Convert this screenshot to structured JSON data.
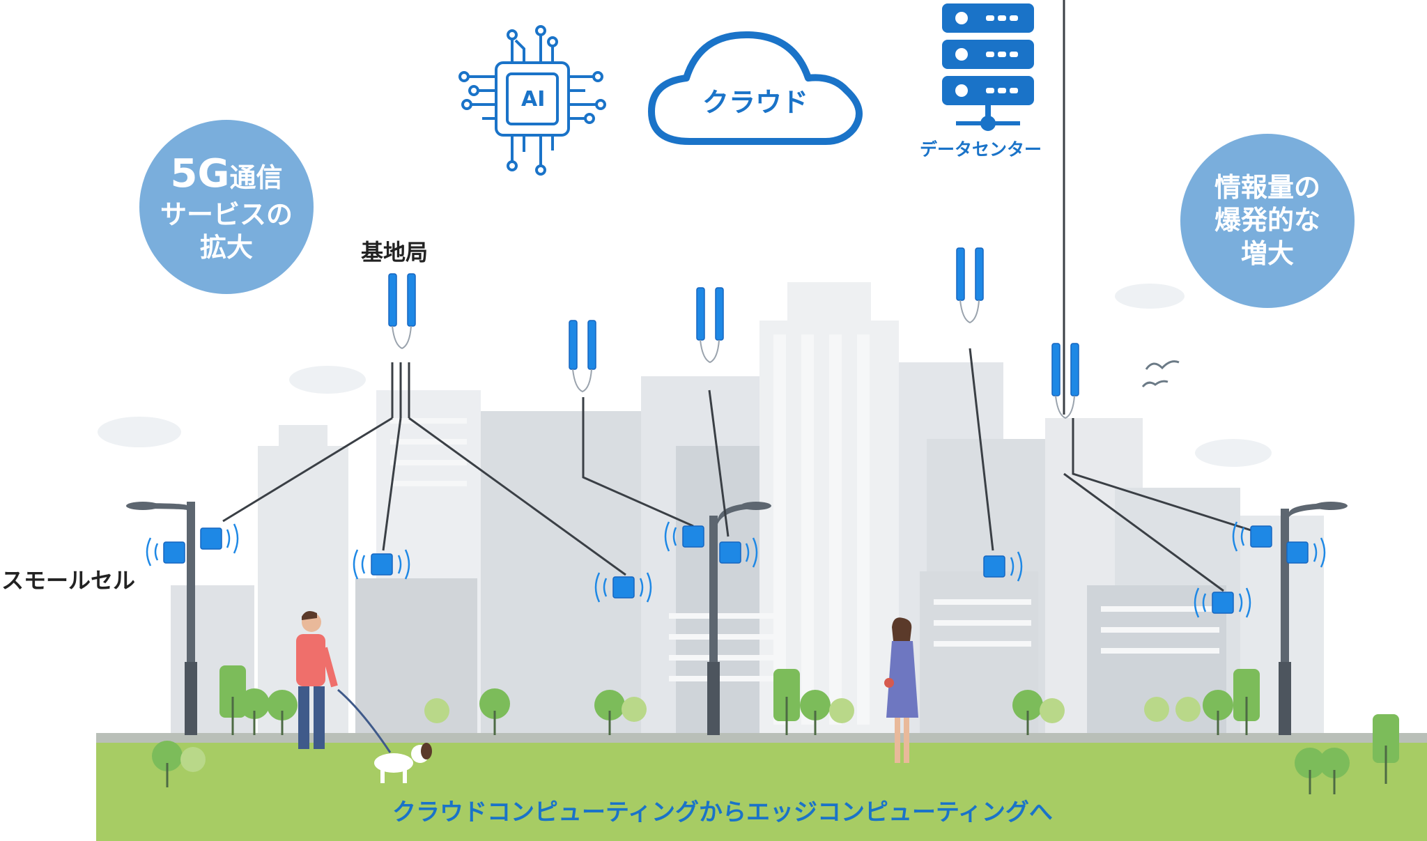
{
  "top_icons": {
    "ai_label": "AI",
    "cloud_label": "クラウド",
    "datacenter_label": "データセンター"
  },
  "bubbles": {
    "left": {
      "line1_big": "5G",
      "line1_small": "通信",
      "line2": "サービスの",
      "line3": "拡大"
    },
    "right": {
      "line1": "情報量の",
      "line2": "爆発的な",
      "line3": "増大"
    }
  },
  "labels": {
    "base_station": "基地局",
    "small_cell": "スモールセル",
    "caption": "クラウドコンピューティングからエッジコンピューティングへ"
  },
  "colors": {
    "accent_blue": "#1a73c8",
    "bubble_blue": "#7aaedc",
    "grass": "#a7cc64",
    "building_gray": "#d4d8dd"
  }
}
